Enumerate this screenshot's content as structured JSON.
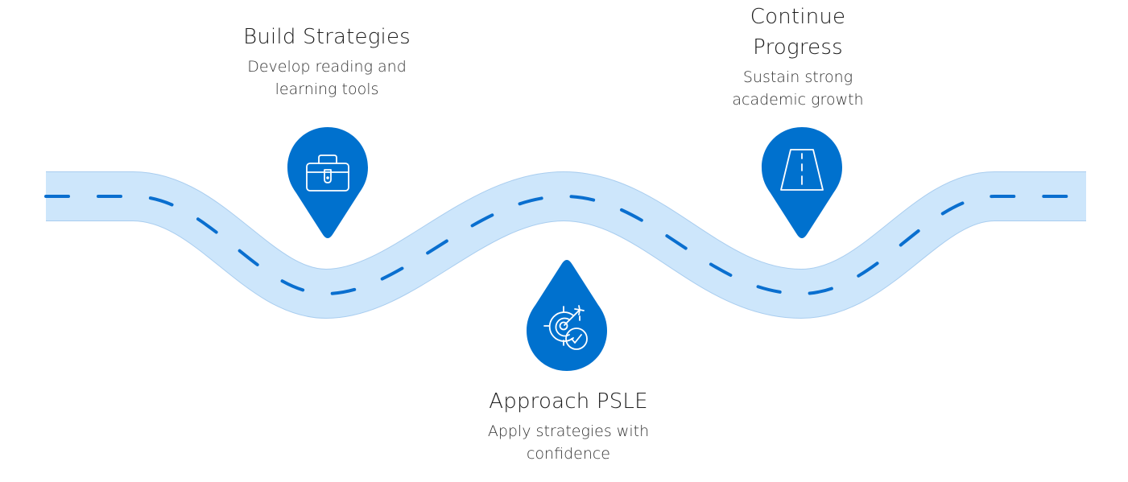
{
  "colors": {
    "road_fill": "#cde6fb",
    "road_edge": "#a9cdef",
    "lane_dash": "#0a6fcf",
    "marker": "#0071ce",
    "icon_stroke": "#ffffff",
    "title_text": "#1c1c1c",
    "desc_text": "#333333"
  },
  "milestones": [
    {
      "title": "Build Strategies",
      "description_lines": [
        "Develop reading and",
        "learning tools"
      ],
      "icon": "toolbox-icon",
      "marker_shape": "map-pin-pointing-down"
    },
    {
      "title": "Approach PSLE",
      "description_lines": [
        "Apply strategies with",
        "confidence"
      ],
      "icon": "target-check-icon",
      "marker_shape": "drop-pointing-up"
    },
    {
      "title_lines": [
        "Continue",
        "Progress"
      ],
      "description_lines": [
        "Sustain strong",
        "academic growth"
      ],
      "icon": "road-icon",
      "marker_shape": "map-pin-pointing-down"
    }
  ]
}
